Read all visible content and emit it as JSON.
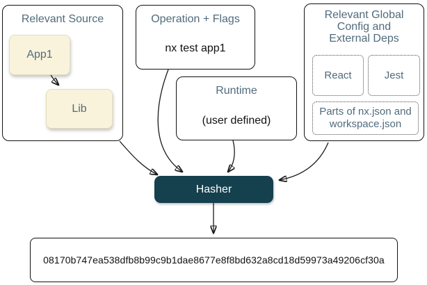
{
  "colors": {
    "panel_border": "#111111",
    "title_text": "#506b7c",
    "node_fill": "#faf3dc",
    "hasher_fill": "#15404e",
    "hasher_text": "#ffffff",
    "arrow": "#1a1a1a"
  },
  "source_panel": {
    "title": "Relevant Source",
    "app_node": "App1",
    "lib_node": "Lib"
  },
  "operation_panel": {
    "title": "Operation + Flags",
    "command": "nx test app1"
  },
  "runtime_panel": {
    "title": "Runtime",
    "value": "(user defined)"
  },
  "global_panel": {
    "title_lines": [
      "Relevant Global",
      "Config and",
      "External Deps"
    ],
    "dep_react": "React",
    "dep_jest": "Jest",
    "config_lines": [
      "Parts of nx.json and",
      "workspace.json"
    ]
  },
  "hasher": {
    "label": "Hasher"
  },
  "hash_output": {
    "value": "08170b747ea538dfb8b99c9b1dae8677e8f8bd632a8cd18d59973a49206cf30a"
  }
}
